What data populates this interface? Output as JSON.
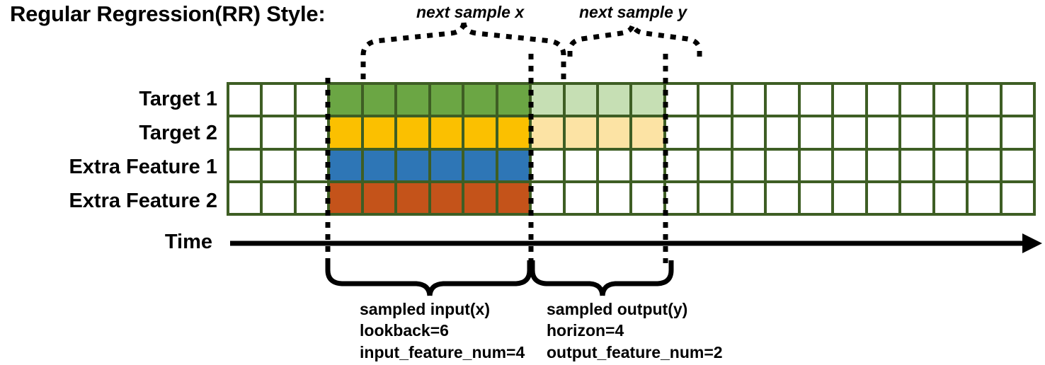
{
  "title": "Regular Regression(RR) Style:",
  "row_labels": {
    "target1": "Target 1",
    "target2": "Target 2",
    "extra1": "Extra Feature 1",
    "extra2": "Extra Feature 2",
    "time": "Time"
  },
  "top_notes": {
    "next_sample_x": "next sample x",
    "next_sample_y": "next sample y"
  },
  "annotations": {
    "input": {
      "line1": "sampled input(x)",
      "line2": "lookback=6",
      "line3": "input_feature_num=4"
    },
    "output": {
      "line1": "sampled output(y)",
      "line2": "horizon=4",
      "line3": "output_feature_num=2"
    }
  },
  "colors": {
    "grid_line": "#3e5e24",
    "target1_fill": "#6ba644",
    "target1_fill_light": "#c6dfb4",
    "target2_fill": "#fbc000",
    "target2_fill_light": "#fce3a4",
    "extra1_fill": "#2e76b6",
    "extra2_fill": "#c4531a",
    "empty_fill": "#ffffff",
    "ink": "#000000"
  },
  "chart_data": {
    "type": "table",
    "title": "Regular Regression(RR) Style:",
    "columns": 24,
    "rows": 4,
    "row_names": [
      "Target 1",
      "Target 2",
      "Extra Feature 1",
      "Extra Feature 2"
    ],
    "lookback": 6,
    "horizon": 4,
    "input_feature_num": 4,
    "output_feature_num": 2,
    "input_window_start_col": 4,
    "input_window_end_col": 9,
    "output_window_start_col": 10,
    "output_window_end_col": 13,
    "cell_fills": [
      [
        "empty",
        "empty",
        "empty",
        "target1",
        "target1",
        "target1",
        "target1",
        "target1",
        "target1",
        "target1_light",
        "target1_light",
        "target1_light",
        "target1_light",
        "empty",
        "empty",
        "empty",
        "empty",
        "empty",
        "empty",
        "empty",
        "empty",
        "empty",
        "empty",
        "empty"
      ],
      [
        "empty",
        "empty",
        "empty",
        "target2",
        "target2",
        "target2",
        "target2",
        "target2",
        "target2",
        "target2_light",
        "target2_light",
        "target2_light",
        "target2_light",
        "empty",
        "empty",
        "empty",
        "empty",
        "empty",
        "empty",
        "empty",
        "empty",
        "empty",
        "empty",
        "empty"
      ],
      [
        "empty",
        "empty",
        "empty",
        "extra1",
        "extra1",
        "extra1",
        "extra1",
        "extra1",
        "extra1",
        "empty",
        "empty",
        "empty",
        "empty",
        "empty",
        "empty",
        "empty",
        "empty",
        "empty",
        "empty",
        "empty",
        "empty",
        "empty",
        "empty",
        "empty"
      ],
      [
        "empty",
        "empty",
        "empty",
        "extra2",
        "extra2",
        "extra2",
        "extra2",
        "extra2",
        "extra2",
        "empty",
        "empty",
        "empty",
        "empty",
        "empty",
        "empty",
        "empty",
        "empty",
        "empty",
        "empty",
        "empty",
        "empty",
        "empty",
        "empty",
        "empty"
      ]
    ]
  }
}
